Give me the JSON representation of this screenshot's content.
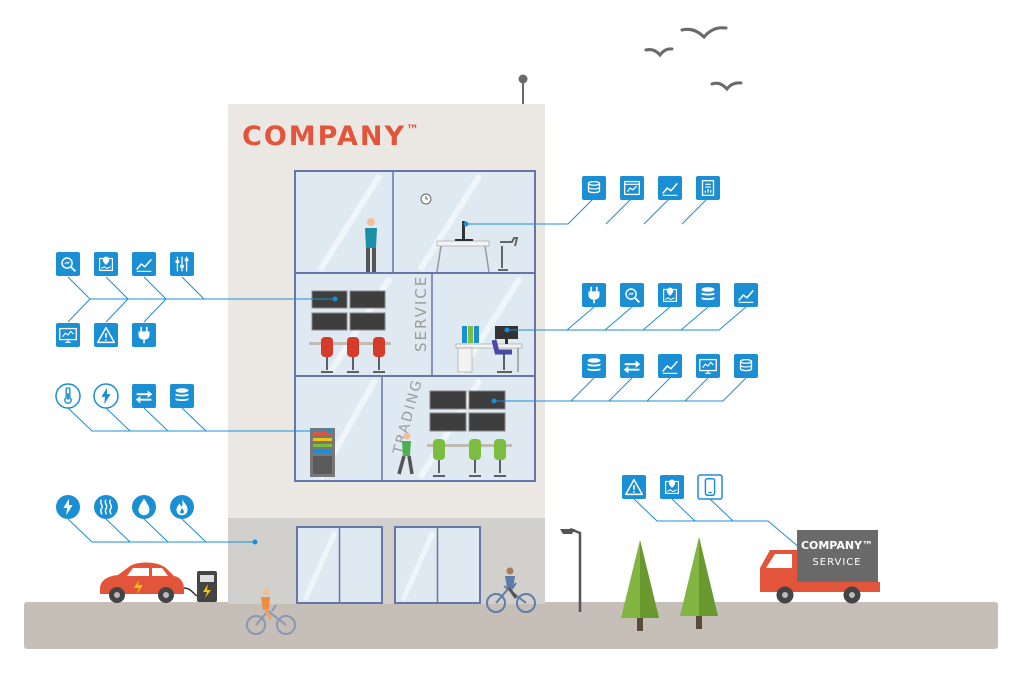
{
  "colors": {
    "accent": "#1b8fd4",
    "brand": "#e2553b",
    "building": "#ebe8e3",
    "ground": "#c5bfb8",
    "glass": "#dfe9f1",
    "frame": "#6676a9",
    "tree": "#82b541",
    "truck_cab": "#e2553b",
    "truck_box": "#6a6a6a",
    "car": "#e2553b",
    "chair_red": "#d63a2a",
    "chair_green": "#7bbd3f"
  },
  "building": {
    "company_name": "COMPANY",
    "trademark": "™",
    "room_labels": {
      "service": "SERVICE",
      "trading": "TRADING"
    }
  },
  "truck": {
    "brand": "COMPANY™",
    "label": "SERVICE"
  },
  "icon_groups": [
    {
      "id": "top-right",
      "icons": [
        "coins-icon",
        "analytics-window-icon",
        "line-chart-icon",
        "report-icon"
      ]
    },
    {
      "id": "left-upper",
      "icons": [
        "search-analytics-icon",
        "map-pin-icon",
        "line-chart-icon",
        "sliders-icon",
        "monitor-dashboard-icon",
        "warning-icon",
        "plug-icon"
      ]
    },
    {
      "id": "right-middle",
      "icons": [
        "plug-icon",
        "search-analytics-icon",
        "map-pin-icon",
        "database-icon",
        "line-chart-icon"
      ]
    },
    {
      "id": "right-lower",
      "icons": [
        "database-icon",
        "exchange-arrows-icon",
        "line-chart-icon",
        "monitor-dashboard-icon",
        "coins-icon"
      ]
    },
    {
      "id": "left-middle",
      "icons": [
        "thermometer-icon",
        "lightning-icon",
        "exchange-arrows-icon",
        "database-icon"
      ]
    },
    {
      "id": "left-bottom",
      "icons": [
        "lightning-icon",
        "heat-waves-icon",
        "water-drop-icon",
        "flame-icon"
      ]
    },
    {
      "id": "truck",
      "icons": [
        "warning-icon",
        "map-pin-icon",
        "mobile-phone-icon"
      ]
    }
  ]
}
